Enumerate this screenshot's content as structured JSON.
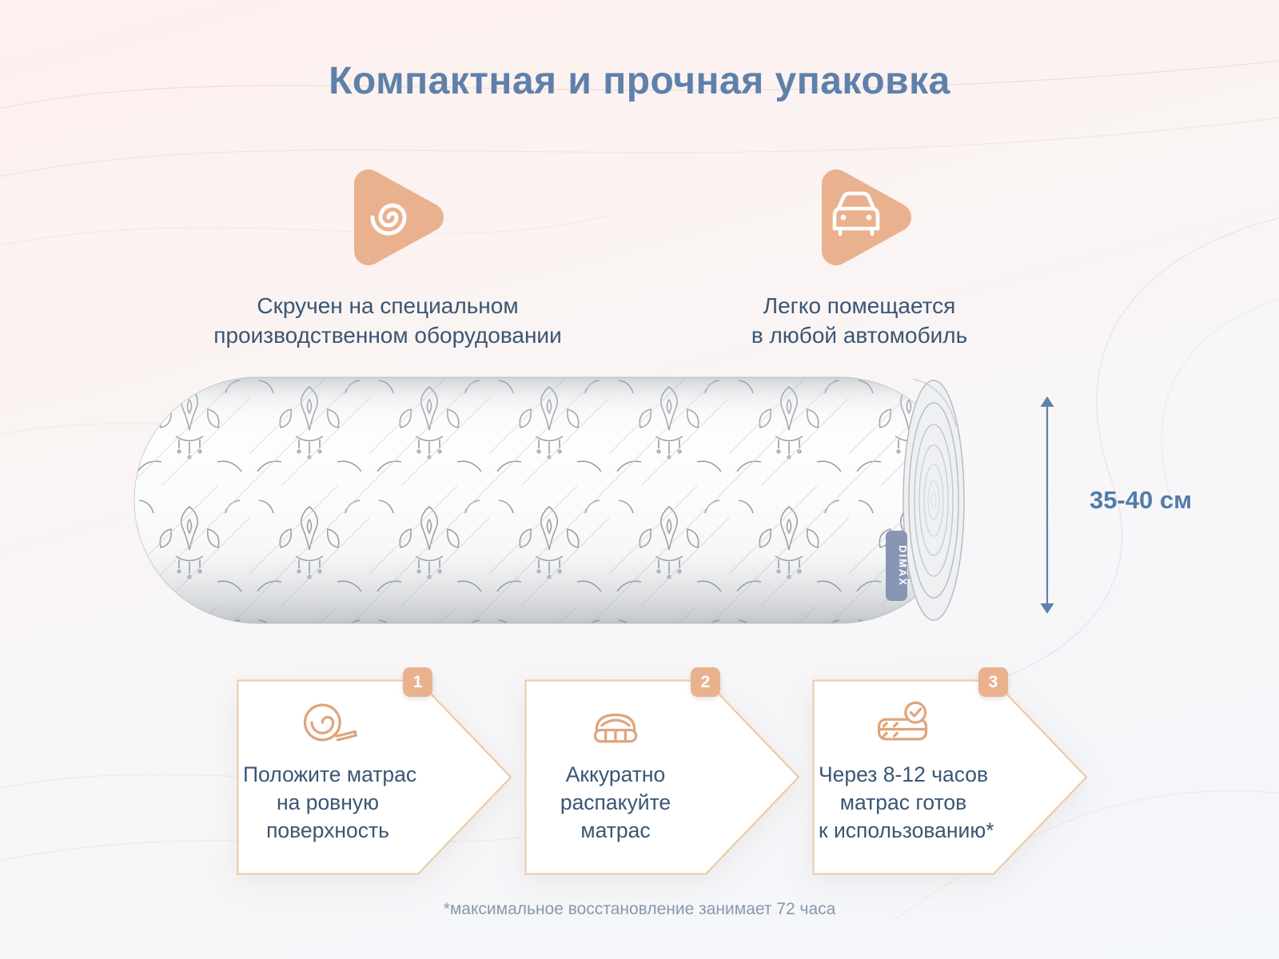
{
  "page": {
    "title": "Компактная и прочная упаковка",
    "footnote": "*максимальное восстановление занимает 72 часа"
  },
  "features": {
    "items": [
      {
        "icon": "spiral-icon",
        "lines": [
          "Скручен на специальном",
          "производственном оборудовании"
        ]
      },
      {
        "icon": "car-icon",
        "lines": [
          "Легко помещается",
          "в любой автомобиль"
        ]
      }
    ]
  },
  "mattress": {
    "brand_tag": "DIMAX",
    "dimension_label": "35-40 см"
  },
  "steps": {
    "items": [
      {
        "number": "1",
        "lines": [
          "Положите матрас",
          "на ровную",
          "поверхность"
        ]
      },
      {
        "number": "2",
        "lines": [
          "Аккуратно",
          "распакуйте",
          "матрас"
        ]
      },
      {
        "number": "3",
        "lines": [
          "Через 8-12 часов",
          "матрас готов",
          "к использованию*"
        ]
      }
    ]
  },
  "colors": {
    "accent_peach": "#EAB18E",
    "step_border": "#ECC8A6",
    "title_blue": "#5E81AB",
    "text_blue": "#3A5674",
    "tag_blue": "#8896B3",
    "footnote_gray": "#8A97AB"
  }
}
